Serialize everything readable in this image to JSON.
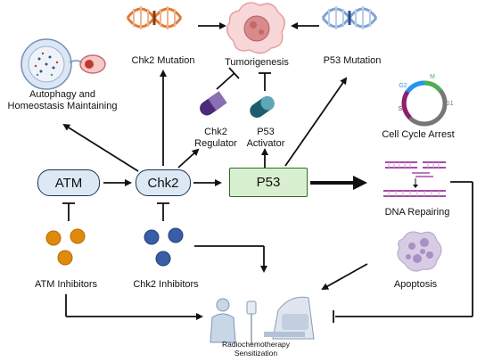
{
  "nodes": {
    "atm": "ATM",
    "chk2": "Chk2",
    "p53": "P53"
  },
  "labels": {
    "chk2_mutation": "Chk2 Mutation",
    "tumorigenesis": "Tumorigenesis",
    "p53_mutation": "P53 Mutation",
    "autophagy": "Autophagy and\nHomeostasis Maintaining",
    "chk2_regulator": "Chk2\nRegulator",
    "p53_activator": "P53\nActivator",
    "cell_cycle_arrest": "Cell Cycle Arrest",
    "dna_repairing": "DNA Repairing",
    "apoptosis": "Apoptosis",
    "atm_inhibitors": "ATM Inhibitors",
    "chk2_inhibitors": "Chk2 Inhibitors",
    "radiochemotherapy": "Radiochemotherapy\nSensitization"
  },
  "cell_cycle": {
    "phases": [
      "M",
      "G2",
      "S",
      "G1"
    ],
    "colors": {
      "M": "#4caf50",
      "G2": "#2196f3",
      "S": "#8e1f6e",
      "G1": "#777777"
    }
  },
  "colors": {
    "pill_fill": "#dce9f5",
    "pill_border": "#1e3550",
    "p53_fill": "#d9f0d0",
    "p53_border": "#2f6b2a",
    "atm_inhibitor_dot": "#e08a0c",
    "chk2_inhibitor_dot": "#3a5da8",
    "dna_orange": "#e07b3a",
    "dna_blue": "#7fa3d6"
  }
}
